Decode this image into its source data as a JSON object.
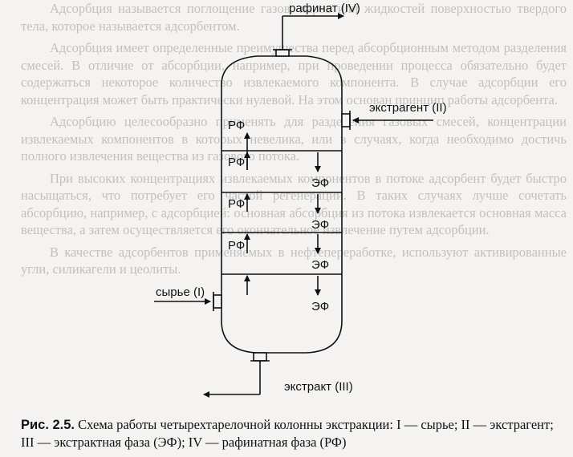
{
  "background_text": [
    "Адсорбция называется поглощение газов, паров или жидкостей поверхностью твердого тела, которое называется адсорбентом.",
    "Адсорбция имеет определенные преимущества перед абсорбционным методом разделения смесей. В отличие от абсорбции, например, при проведении процесса обязательно будет содержаться некоторое количество извлекаемого компонента. В случае адсорбции его концентрация может быть практически нулевой. На этом основан принцип работы адсорбента.",
    "Адсорбцию целесообразно применять для разделения газовых смесей, концентрации извлекаемых компонентов в которых невелика, или в случаях, когда необходимо достичь полного извлечения вещества из газового потока.",
    "При высоких концентрациях извлекаемых компонентов в потоке адсорбент будет быстро насыщаться, что потребует его частой регенерации. В таких случаях лучше сочетать абсорбцию, например, с адсорбцией: основная абсорбция из потока извлекается основная масса вещества, а затем осуществляется его окончательное извлечение путем адсорбции.",
    "В качестве адсорбентов применяемых в нефтепереработке, используют активированные угли, силикагели и цеолиты."
  ],
  "diagram": {
    "labels": {
      "raffinate": "рафинат (IV)",
      "extractant": "экстрагент (II)",
      "feed": "сырье (I)",
      "extract": "экстракт (III)"
    },
    "rf": "РФ",
    "ef": "ЭФ"
  },
  "caption": {
    "number": "Рис. 2.5.",
    "text": " Схема работы четырехтарелочной колонны экстракции: I — сырье; II — экстрагент; III — экстрактная фаза (ЭФ); IV — рафинатная фаза (РФ)"
  }
}
